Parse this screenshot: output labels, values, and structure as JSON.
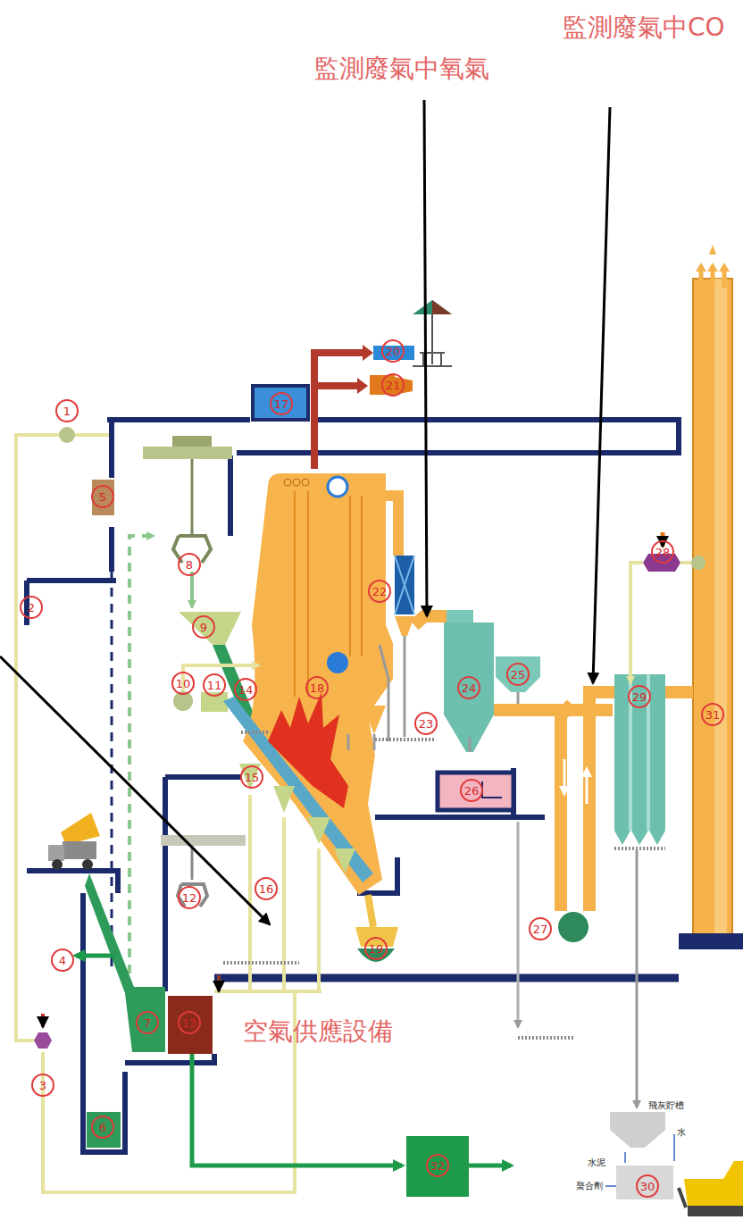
{
  "diagram": {
    "labels": [
      "監測廢氣中氧氣",
      "監測廢氣中CO",
      "空氣供應設備",
      "1",
      "2",
      "3",
      "4",
      "5",
      "6",
      "7",
      "8",
      "9",
      "10",
      "11",
      "12",
      "13",
      "14",
      "15",
      "16",
      "17",
      "18",
      "19",
      "20",
      "21",
      "22",
      "23",
      "24",
      "25",
      "26",
      "27",
      "28",
      "29",
      "30",
      "31",
      "32",
      "飛灰貯槽",
      "水",
      "水泥",
      "螯合劑"
    ]
  }
}
